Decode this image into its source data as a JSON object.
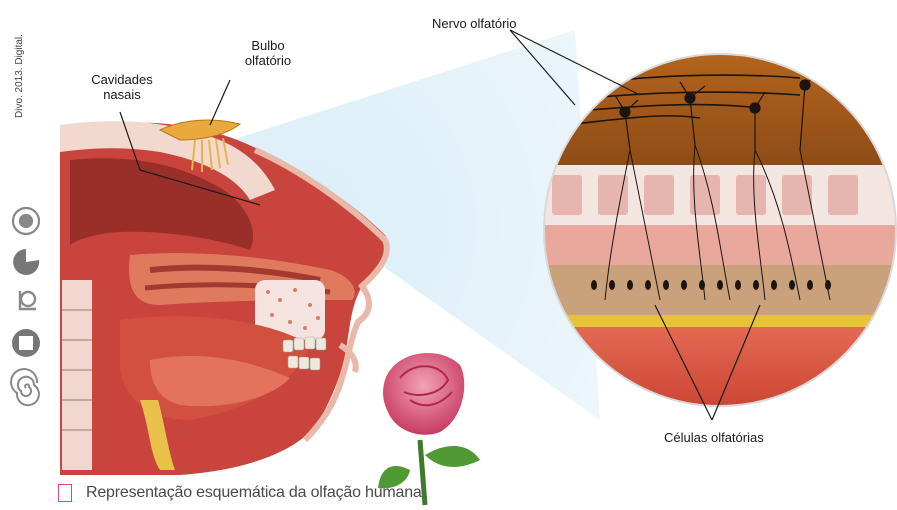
{
  "labels": {
    "bulbo": [
      "Bulbo",
      "olfatório"
    ],
    "cavidades": [
      "Cavidades",
      "nasais"
    ],
    "nervo": "Nervo olfatório",
    "celulas": "Células olfatórias"
  },
  "credit": "Divo. 2013. Digital.",
  "caption": "Representação esquemática da olfação humana",
  "icons": [
    "target-icon",
    "pacman-icon",
    "microscope-icon",
    "square-icon",
    "spiral-icon"
  ],
  "colors": {
    "caption_box": "#d04c86",
    "tissue": "#c8443c",
    "sky_beam": "#cfe6f2"
  }
}
